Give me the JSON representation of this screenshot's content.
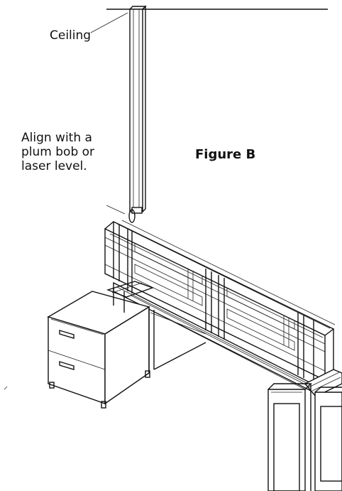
{
  "figure": {
    "title": "Figure B",
    "labels": {
      "ceiling": "Ceiling",
      "align_lines": [
        "Align with a",
        "plum bob or",
        "laser level."
      ]
    }
  },
  "colors": {
    "ink": "#111111",
    "background": "#ffffff"
  }
}
